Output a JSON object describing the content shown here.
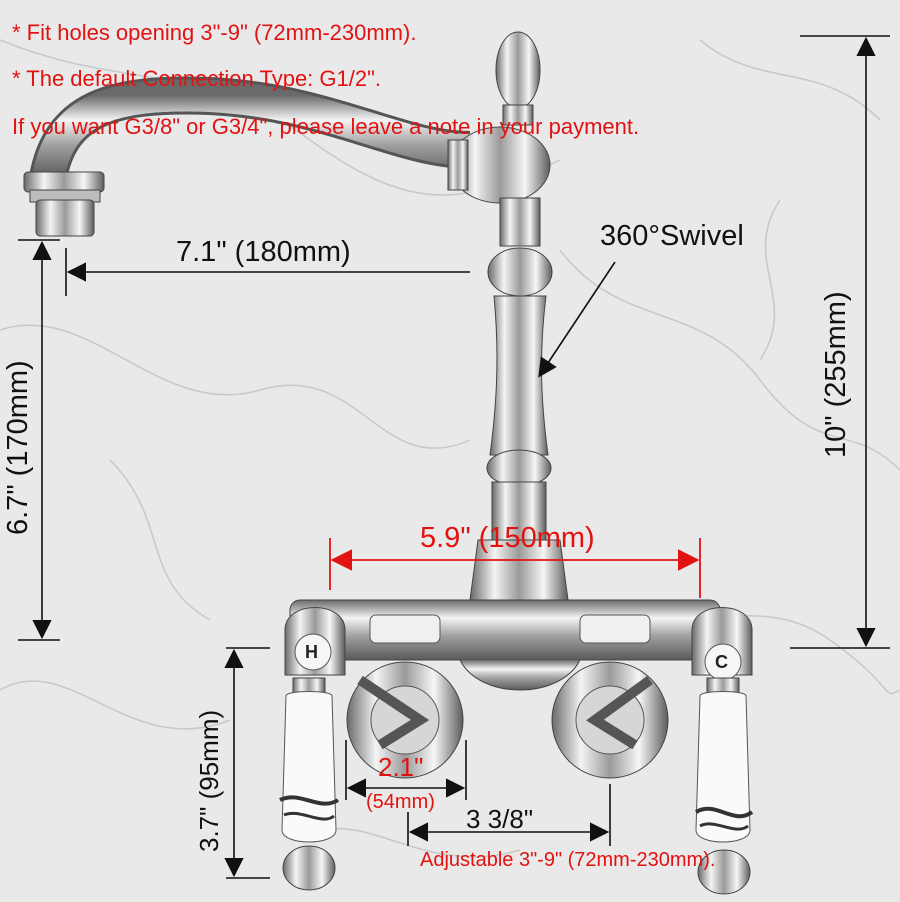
{
  "notes": {
    "line1": "* Fit holes opening 3\"-9\" (72mm-230mm).",
    "line2": "* The default Connection Type: G1/2\".",
    "line3": "If you want G3/8\" or G3/4\", please leave a note in your payment."
  },
  "dimensions": {
    "spout_reach": "7.1\" (180mm)",
    "swivel": "360°Swivel",
    "total_height": "10\" (255mm)",
    "spout_height": "6.7\" (170mm)",
    "center_width": "5.9\" (150mm)",
    "handle_height": "3.7\" (95mm)",
    "flange_diameter_in": "2.1\"",
    "flange_diameter_mm": "(54mm)",
    "arm_spacing": "3 3/8\"",
    "adjustable": "Adjustable 3\"-9\" (72mm-230mm)."
  },
  "handles": {
    "hot_label": "H",
    "cold_label": "C"
  },
  "colors": {
    "annotation_red": "#e31212",
    "dimension_black": "#111111",
    "chrome": "#d8d8d8",
    "marble_background": "#e9e9e9"
  }
}
